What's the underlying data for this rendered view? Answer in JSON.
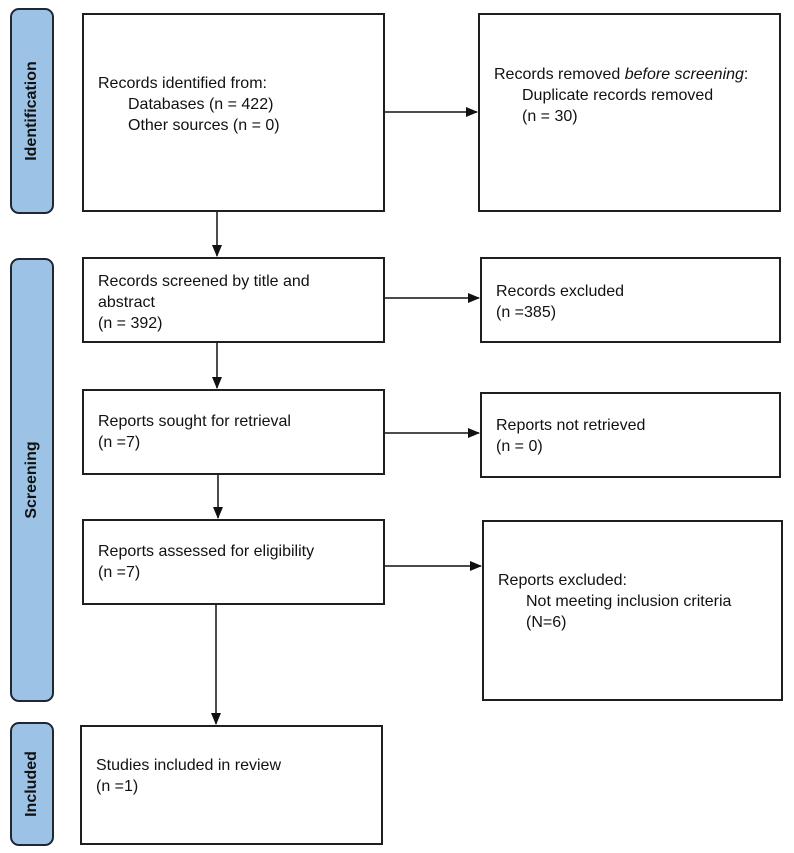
{
  "phases": {
    "identification": "Identification",
    "screening": "Screening",
    "included": "Included"
  },
  "boxes": {
    "records_identified": {
      "title": "Records identified from:",
      "databases": "Databases (n = 422)",
      "other_sources": "Other sources (n = 0)"
    },
    "records_removed": {
      "title_start": "Records removed",
      "title_italic": "before screening",
      "title_end": ":",
      "duplicates": "Duplicate records removed",
      "duplicates_count": "(n = 30)"
    },
    "records_screened": {
      "title_line1": "Records screened by title and",
      "title_line2": "abstract",
      "count": "(n = 392)"
    },
    "records_excluded": {
      "title": "Records excluded",
      "count": "(n =385)"
    },
    "reports_sought": {
      "title": "Reports sought for retrieval",
      "count": "(n =7)"
    },
    "reports_not_retrieved": {
      "title": "Reports not retrieved",
      "count": "(n = 0)"
    },
    "reports_assessed": {
      "title": "Reports assessed for eligibility",
      "count": "(n =7)"
    },
    "reports_excluded": {
      "title": "Reports excluded:",
      "reason": "Not meeting inclusion criteria",
      "count": "(N=6)"
    },
    "studies_included": {
      "title": "Studies included in review",
      "count": "(n =1)"
    }
  },
  "colors": {
    "phase_fill": "#9cc3e6",
    "border": "#1f1f1f",
    "arrow": "#111111"
  }
}
